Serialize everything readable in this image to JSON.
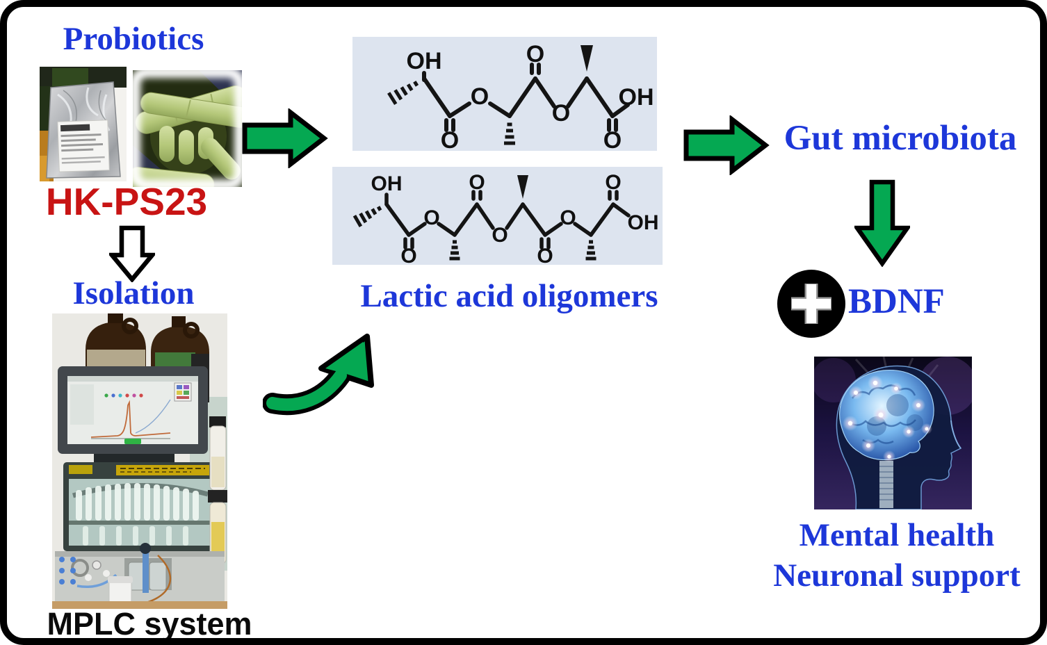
{
  "figure": {
    "type": "graphical-abstract",
    "border_color": "#000000",
    "background": "#ffffff"
  },
  "colors": {
    "accent_blue": "#1d37d9",
    "accent_red": "#c81414",
    "arrow_green": "#05a852",
    "structure_box_bg": "#dde4ef"
  },
  "labels": {
    "probiotics": "Probiotics",
    "strain": "HK-PS23",
    "isolation": "Isolation",
    "mplc": "MPLC system",
    "oligomers": "Lactic acid oligomers",
    "gut": "Gut microbiota",
    "bdnf": "BDNF",
    "mental": "Mental health",
    "neuronal": "Neuronal support"
  },
  "icons": {
    "arrow_right_1": "block-arrow-right",
    "arrow_down_outline": "hollow-block-arrow-down",
    "arrow_curved": "curved-arrow-up-right",
    "arrow_right_2": "block-arrow-right",
    "arrow_down_green": "block-arrow-down",
    "plus_circle": "plus-in-black-circle"
  },
  "photos": {
    "bag": "probiotic-powder-bag-photo",
    "bacteria": "green-rod-bacteria-micrograph",
    "mplc": "mplc-chromatography-instrument-photo",
    "brain": "glowing-blue-brain-head-profile"
  },
  "structures": {
    "trimer": {
      "name": "lactic-acid-trimer",
      "atom_labels": [
        "OH",
        "O",
        "O",
        "O",
        "O",
        "O",
        "OH"
      ]
    },
    "tetramer": {
      "name": "lactic-acid-tetramer",
      "atom_labels": [
        "OH",
        "O",
        "O",
        "O",
        "O",
        "O",
        "O",
        "O",
        "OH"
      ]
    }
  }
}
